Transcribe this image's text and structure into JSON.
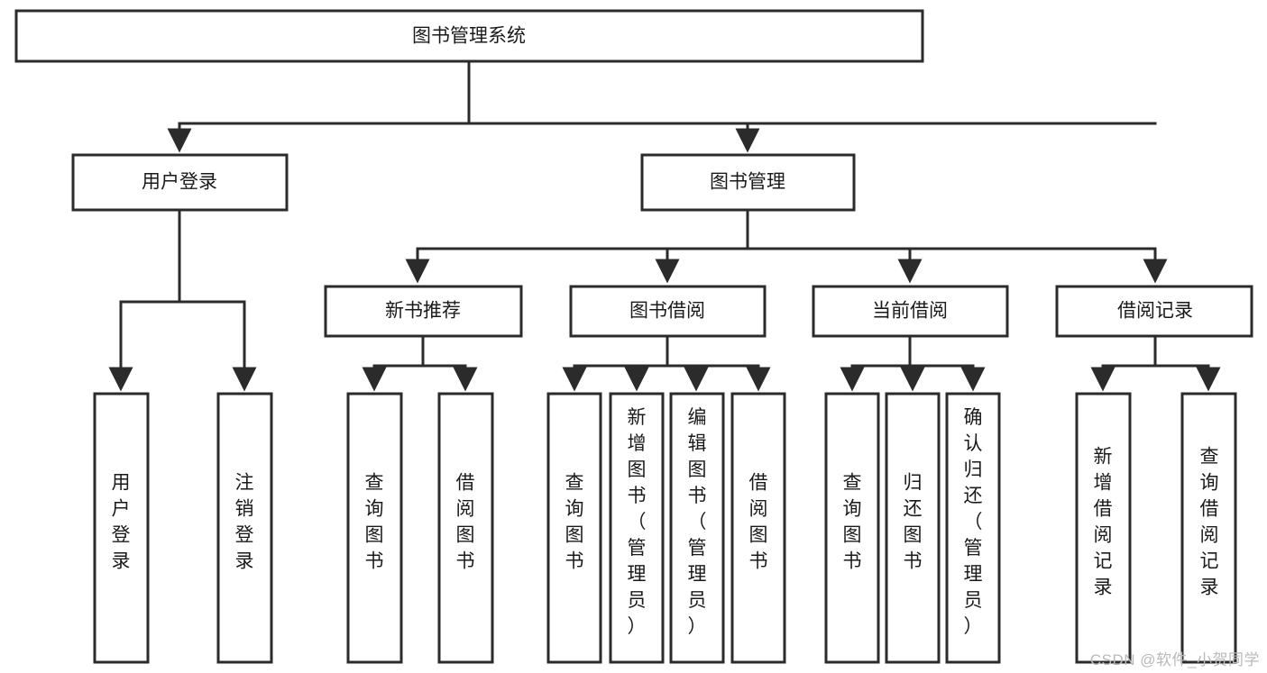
{
  "diagram": {
    "title": "图书管理系统",
    "type": "tree-hierarchy",
    "root": {
      "label": "图书管理系统"
    },
    "level2": [
      {
        "label": "用户登录"
      },
      {
        "label": "图书管理"
      }
    ],
    "level3": [
      {
        "label": "新书推荐"
      },
      {
        "label": "图书借阅"
      },
      {
        "label": "当前借阅"
      },
      {
        "label": "借阅记录"
      }
    ],
    "leaves": {
      "user_login": [
        {
          "label": "用户登录"
        },
        {
          "label": "注销登录"
        }
      ],
      "new_book_recommend": [
        {
          "label": "查询图书"
        },
        {
          "label": "借阅图书"
        }
      ],
      "book_borrow": [
        {
          "label": "查询图书"
        },
        {
          "label": "新增图书（管理员）"
        },
        {
          "label": "编辑图书（管理员）"
        },
        {
          "label": "借阅图书"
        }
      ],
      "current_borrow": [
        {
          "label": "查询图书"
        },
        {
          "label": "归还图书"
        },
        {
          "label": "确认归还（管理员）"
        }
      ],
      "borrow_record": [
        {
          "label": "新增借阅记录"
        },
        {
          "label": "查询借阅记录"
        }
      ]
    }
  },
  "watermark": {
    "text": "CSDN @软件_小贺同学"
  },
  "colors": {
    "stroke": "#2b2b2b",
    "box_fill": "#ffffff",
    "text": "#1a1a1a",
    "watermark": "#b9b9b9",
    "background": "#ffffff"
  }
}
